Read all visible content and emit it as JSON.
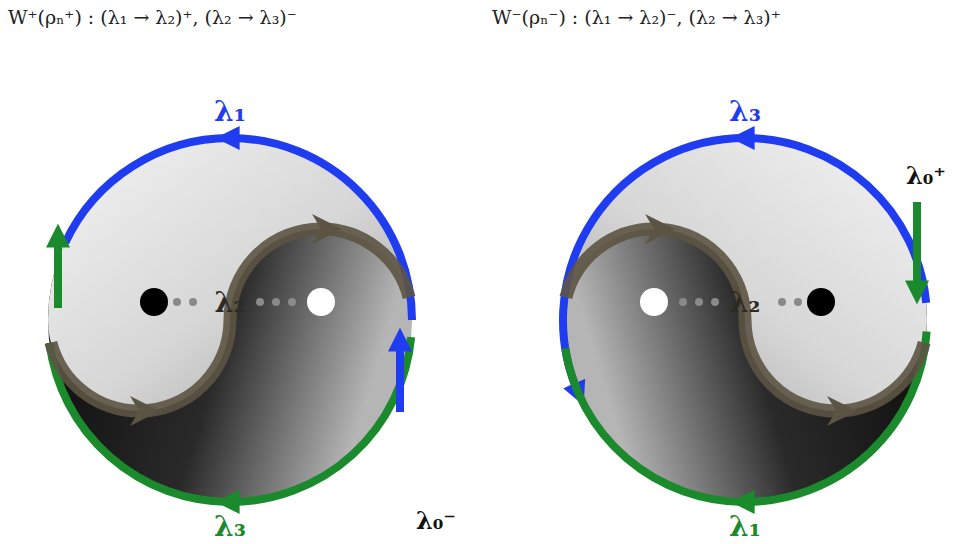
{
  "diagram": {
    "nodes": [
      {
        "text": [
          "W⁺(ρₙ⁺) : (λ₁ → λ₂)⁺, (λ₂ → λ₃)⁻",
          "λ₂"
        ]
      },
      {
        "text": [
          "W⁻(ρₙ⁻) : (λ₁ → λ₂)⁻, (λ₂ → λ₃)⁺",
          "λ₂"
        ]
      }
    ],
    "labels": [
      "λ₁",
      "λ₃",
      "λ₀⁻",
      "λ₃",
      "λ₀⁺",
      "λ₁"
    ]
  }
}
